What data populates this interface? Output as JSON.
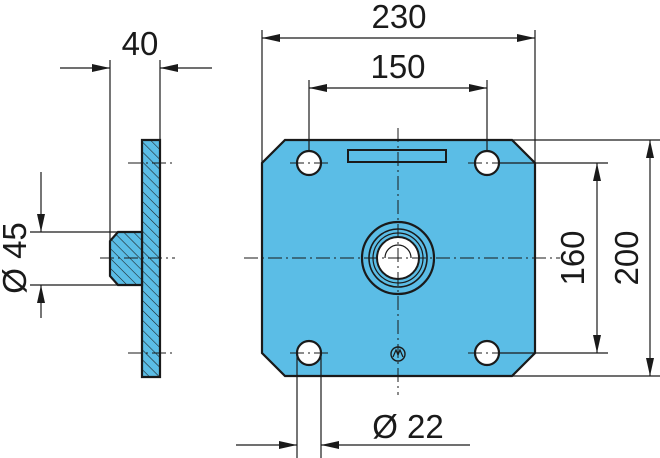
{
  "colors": {
    "part_fill": "#5bbde6",
    "line": "#1a1a1a",
    "background": "#ffffff"
  },
  "dimensions": {
    "overall_width": "230",
    "hole_spacing_x": "150",
    "thickness": "40",
    "hub_diameter": "Ø 45",
    "hole_spacing_y": "160",
    "overall_height": "200",
    "hole_diameter": "Ø 22"
  }
}
